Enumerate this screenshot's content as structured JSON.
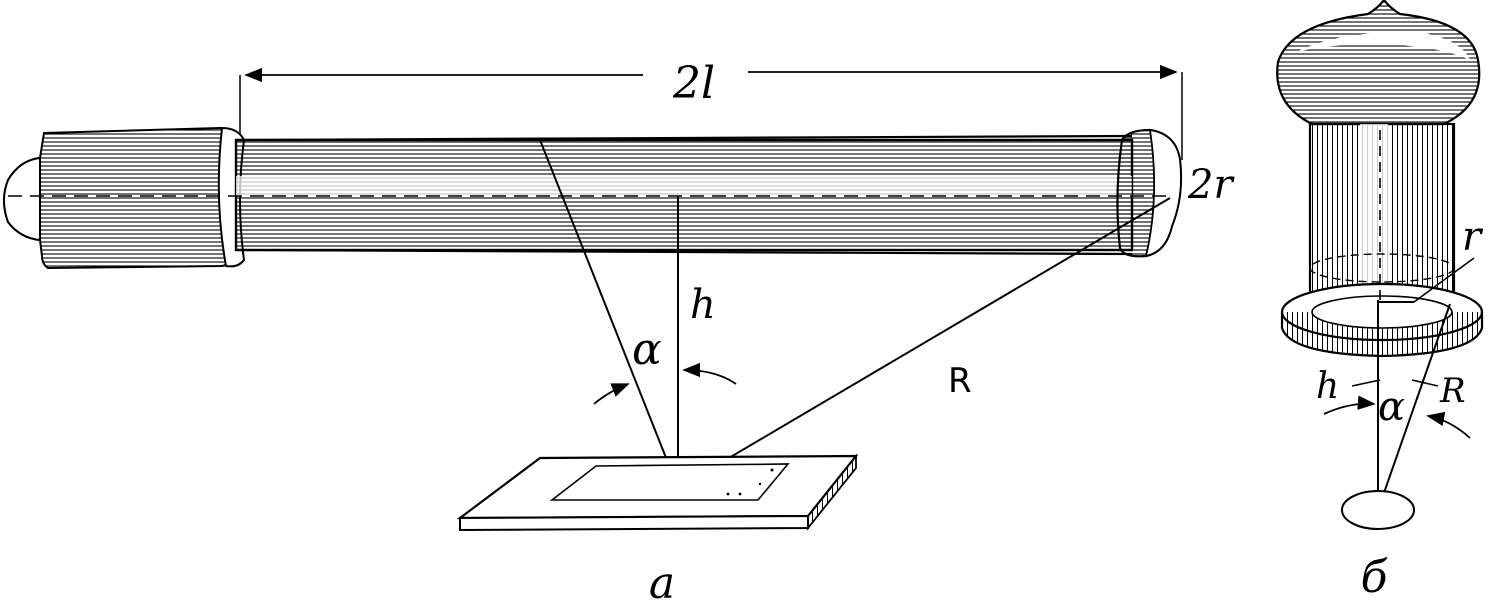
{
  "figure": {
    "panel_a": {
      "caption": "а",
      "dimension_length": "2l",
      "dimension_diameter": "2r",
      "distance_h": "h",
      "distance_R": "R",
      "angle": "α"
    },
    "panel_b": {
      "caption": "б",
      "radius": "r",
      "distance_h": "h",
      "distance_R": "R",
      "angle": "α"
    },
    "ink_color": "#000000",
    "paper_color": "#ffffff"
  }
}
